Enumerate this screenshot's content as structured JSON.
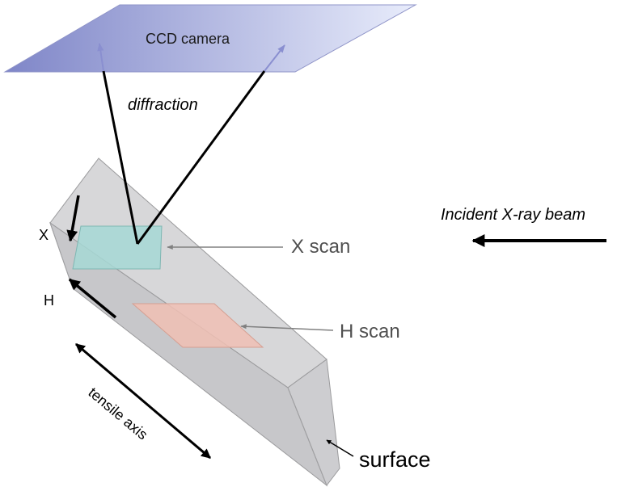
{
  "labels": {
    "camera": "CCD camera",
    "diffraction": "diffraction",
    "incident_beam": "Incident X-ray beam",
    "x_axis": "X",
    "h_axis": "H",
    "x_scan": "X scan",
    "h_scan": "H scan",
    "tensile_axis": "tensile axis",
    "surface": "surface"
  },
  "colors": {
    "camera_light": "#e8ecfb",
    "camera_dark": "#7f86c8",
    "specimen_top": "#d7d7d9",
    "specimen_side": "#c7c7ca",
    "specimen_end": "#cdcdd0",
    "x_scan_fill": "#a6d8d5",
    "h_scan_fill": "#f0c0b4",
    "arrow": "#000000",
    "leader": "#808080",
    "label_gray": "#505050"
  }
}
